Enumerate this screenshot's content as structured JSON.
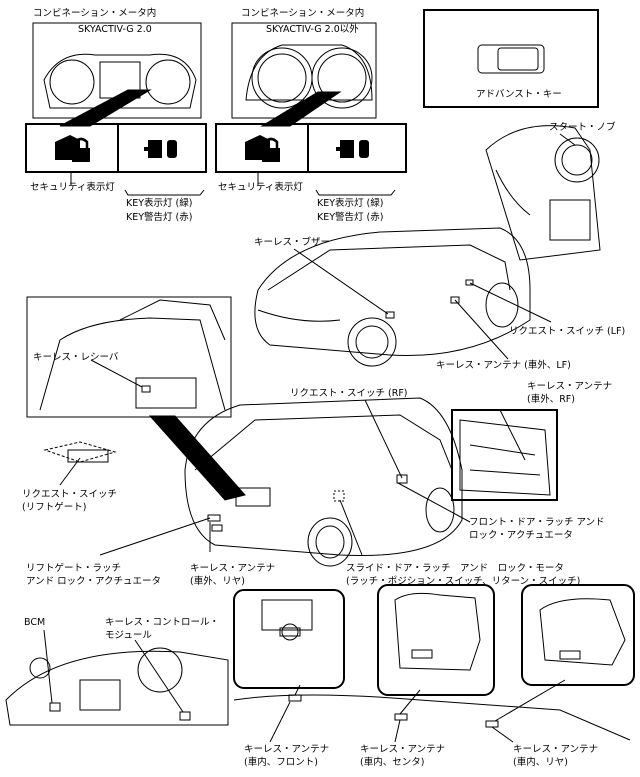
{
  "top": {
    "meter1_caption": "コンビネーション・メータ内",
    "meter1_title": "SKYACTIV-G 2.0",
    "meter2_caption": "コンビネーション・メータ内",
    "meter2_title": "SKYACTIV-G 2.0以外",
    "advanced_key": "アドバンスト・キー",
    "security_lamp_1": "セキュリティ表示灯",
    "security_lamp_2": "セキュリティ表示灯",
    "key_green_1": "KEY表示灯 (緑)",
    "key_red_1": "KEY警告灯 (赤)",
    "key_green_2": "KEY表示灯 (緑)",
    "key_red_2": "KEY警告灯 (赤)",
    "start_knob": "スタート・ノブ"
  },
  "middle": {
    "keyless_buzzer": "キーレス・ブザー",
    "request_switch_lf": "リクエスト・スイッチ (LF)",
    "antenna_ext_lf": "キーレス・アンテナ (車外、LF)",
    "keyless_receiver": "キーレス・レシーバ",
    "request_switch_rf": "リクエスト・スイッチ (RF)",
    "antenna_ext_rf_1": "キーレス・アンテナ",
    "antenna_ext_rf_2": "(車外、RF)",
    "request_switch_lg_1": "リクエスト・スイッチ",
    "request_switch_lg_2": "(リフトゲート)",
    "front_door_latch_1": "フロント・ドア・ラッチ アンド",
    "front_door_latch_2": "ロック・アクチュエータ",
    "liftgate_latch_1": "リフトゲート・ラッチ",
    "liftgate_latch_2": "アンド ロック・アクチュエータ",
    "antenna_ext_rear_1": "キーレス・アンテナ",
    "antenna_ext_rear_2": "(車外、リヤ)",
    "slide_door_1": "スライド・ドア・ラッチ　アンド　ロック・モータ",
    "slide_door_2": "(ラッチ・ポジション・スイッチ、リターン・スイッチ)"
  },
  "bottom": {
    "bcm": "BCM",
    "keyless_module_1": "キーレス・コントロール・",
    "keyless_module_2": "モジュール",
    "antenna_in_front_1": "キーレス・アンテナ",
    "antenna_in_front_2": "(車内、フロント)",
    "antenna_in_center_1": "キーレス・アンテナ",
    "antenna_in_center_2": "(車内、センタ)",
    "antenna_in_rear_1": "キーレス・アンテナ",
    "antenna_in_rear_2": "(車内、リヤ)"
  }
}
